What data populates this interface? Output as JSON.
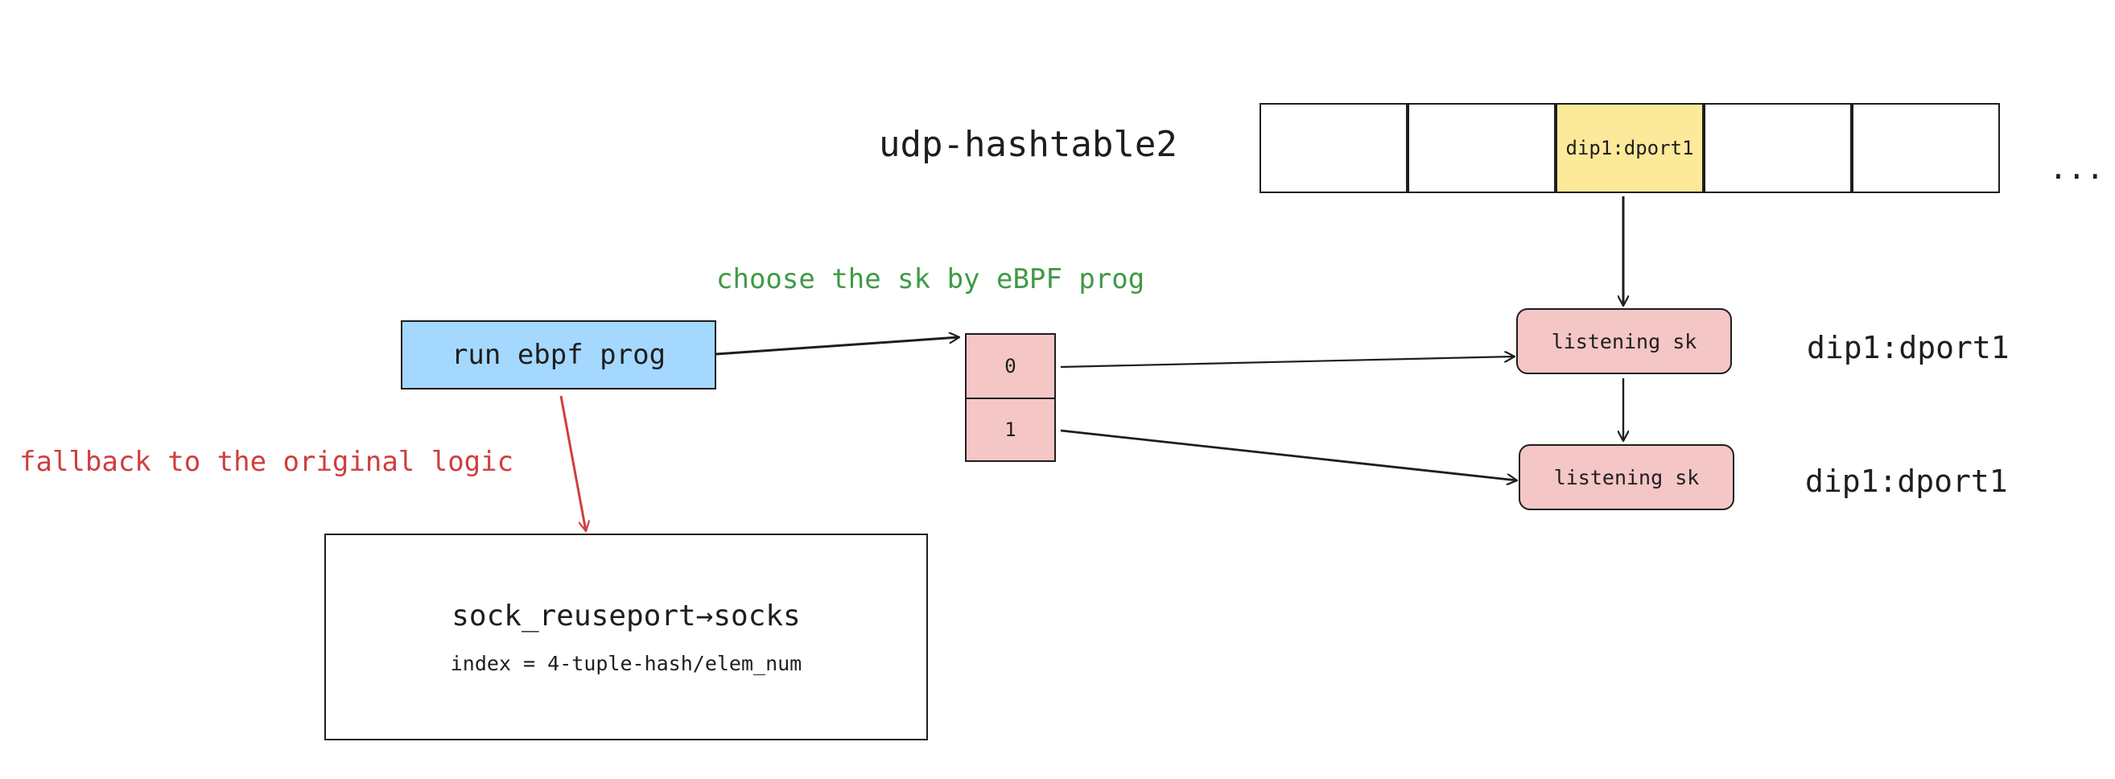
{
  "colors": {
    "stroke": "#1e1e1e",
    "blue_fill": "#a5d8ff",
    "pink_fill": "#f5c6c6",
    "yellow_fill": "#fde99a",
    "green_text": "#3f9a46",
    "red_text": "#cf3e3e"
  },
  "hashtable": {
    "title": "udp-hashtable2",
    "slots": [
      "",
      "",
      "dip1:dport1",
      "",
      ""
    ],
    "ellipsis": "..."
  },
  "run_prog": {
    "label": "run ebpf prog"
  },
  "annotations": {
    "choose": "choose the sk by eBPF prog",
    "fallback": "fallback to the original logic"
  },
  "reuseport_array": {
    "cells": [
      "0",
      "1"
    ]
  },
  "listening": {
    "socket1": "listening sk",
    "socket2": "listening sk",
    "label1": "dip1:dport1",
    "label2": "dip1:dport1"
  },
  "fallback_box": {
    "title": "sock_reuseport→socks",
    "formula": "index = 4-tuple-hash/elem_num"
  }
}
